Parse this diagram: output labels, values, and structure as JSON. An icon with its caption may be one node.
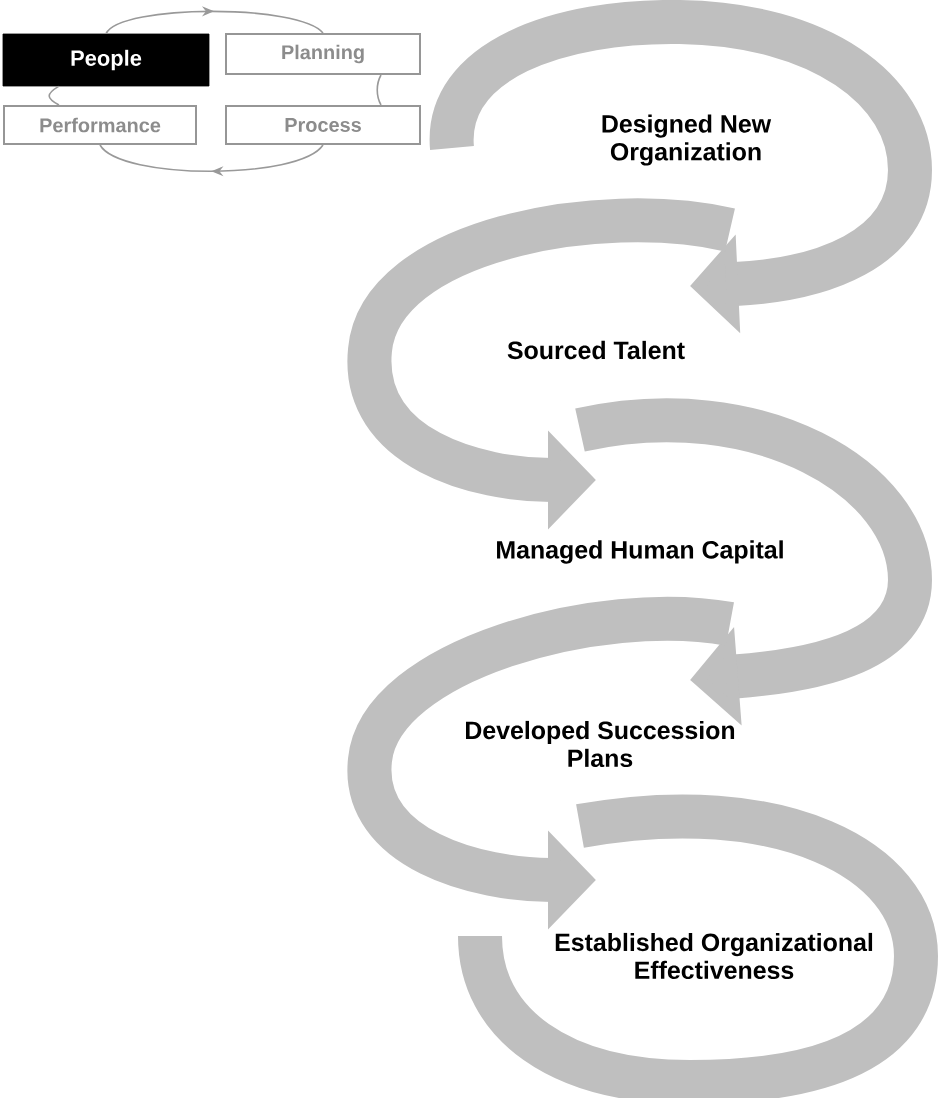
{
  "diagram": {
    "nodes": [
      {
        "text": [
          "People"
        ]
      },
      {
        "text": [
          "Planning"
        ]
      },
      {
        "text": [
          "Performance"
        ]
      },
      {
        "text": [
          "Process"
        ]
      },
      {
        "text": [
          "Designed New Organization"
        ]
      },
      {
        "text": [
          "Sourced Talent"
        ]
      },
      {
        "text": [
          "Managed Human Capital"
        ]
      },
      {
        "text": [
          "Developed Succession Plans"
        ]
      },
      {
        "text": [
          "Established Organizational Effectiveness"
        ]
      }
    ],
    "edges": [
      {
        "from": 0,
        "to": 1,
        "arrow": "to"
      },
      {
        "from": 1,
        "to": 3,
        "arrow": "none"
      },
      {
        "from": 3,
        "to": 2,
        "arrow": "to"
      },
      {
        "from": 2,
        "to": 0,
        "arrow": "none"
      },
      {
        "from": null,
        "to": 5,
        "arrow": "to",
        "style": "thick",
        "color": "#bfbfbf"
      },
      {
        "from": null,
        "to": 6,
        "arrow": "to",
        "style": "thick",
        "color": "#bfbfbf"
      },
      {
        "from": null,
        "to": 7,
        "arrow": "to",
        "style": "thick",
        "color": "#bfbfbf"
      },
      {
        "from": null,
        "to": 8,
        "arrow": "to",
        "style": "thick",
        "color": "#bfbfbf"
      }
    ]
  }
}
